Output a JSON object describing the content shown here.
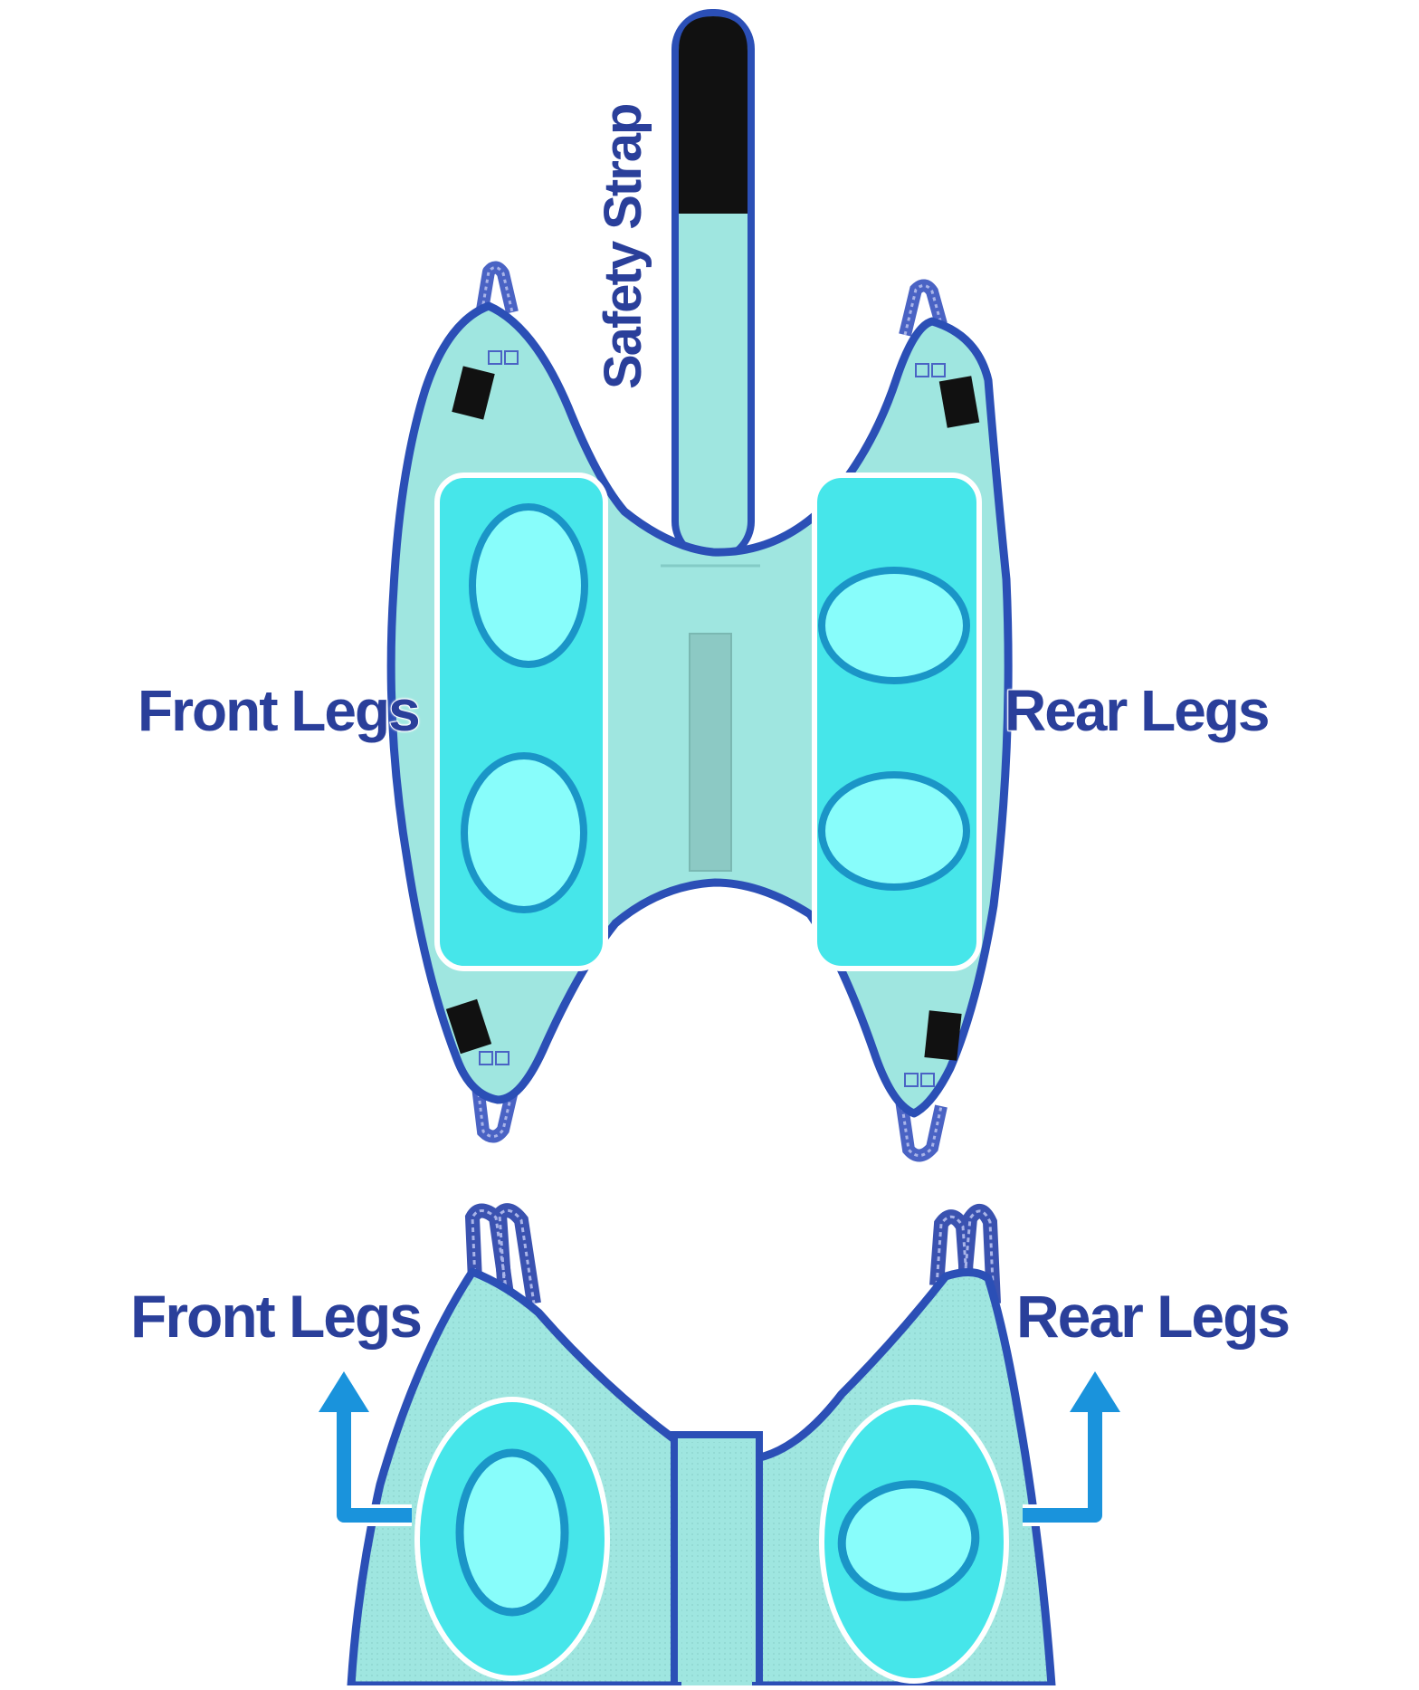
{
  "labels": {
    "safety_strap": "Safety Strap",
    "front_legs_top": "Front Legs",
    "rear_legs_top": "Rear Legs",
    "front_legs_bottom": "Front Legs",
    "rear_legs_bottom": "Rear Legs"
  },
  "colors": {
    "fabric": "#9fe6e0",
    "fabric_dark": "#8fdcd6",
    "binding": "#2b4fb6",
    "leg_panel": "#46e6ea",
    "leg_hole": "#88fdfb",
    "hole_rim": "#1a95c7",
    "arrow": "#1a93dc",
    "velcro": "#111111",
    "label_text": "#2a3f9a",
    "strap_handle": "#4a63c4"
  }
}
